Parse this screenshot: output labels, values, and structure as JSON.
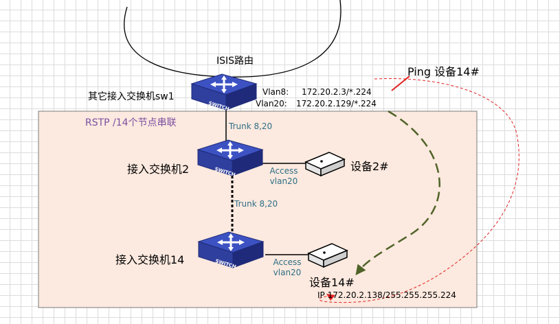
{
  "routing": {
    "label": "ISIS路由"
  },
  "ping": {
    "label": "Ping 设备14#"
  },
  "domain": {
    "label": "RSTP /14个节点串联"
  },
  "sw1": {
    "name": "其它接入交换机sw1",
    "badge": "SWITCH",
    "vlan8_label": "Vlan8:",
    "vlan8_ip": "172.20.2.3/*.224",
    "vlan20_label": "Vlan20:",
    "vlan20_ip": "172.20.2.129/*.224"
  },
  "sw2": {
    "name": "接入交换机2",
    "badge": "SWITCH"
  },
  "sw14": {
    "name": "接入交换机14",
    "badge": "SWITCH"
  },
  "links": {
    "trunk_top": "Trunk 8,20",
    "trunk_mid": "Trunk 8,20",
    "access2_l1": "Access",
    "access2_l2": "vlan20",
    "access14_l1": "Access",
    "access14_l2": "vlan20"
  },
  "device2": {
    "name": "设备2#"
  },
  "device14": {
    "name": "设备14#",
    "ip": "IP 172.20.2.138/255.255.255.224"
  },
  "colors": {
    "domain_fill": "#fce9df",
    "switch_blue": "#2f3f9e",
    "green_arrow": "#4f6228",
    "red_path": "#e02020",
    "teal_text": "#2e6f86",
    "purple_text": "#7a4fa0"
  }
}
